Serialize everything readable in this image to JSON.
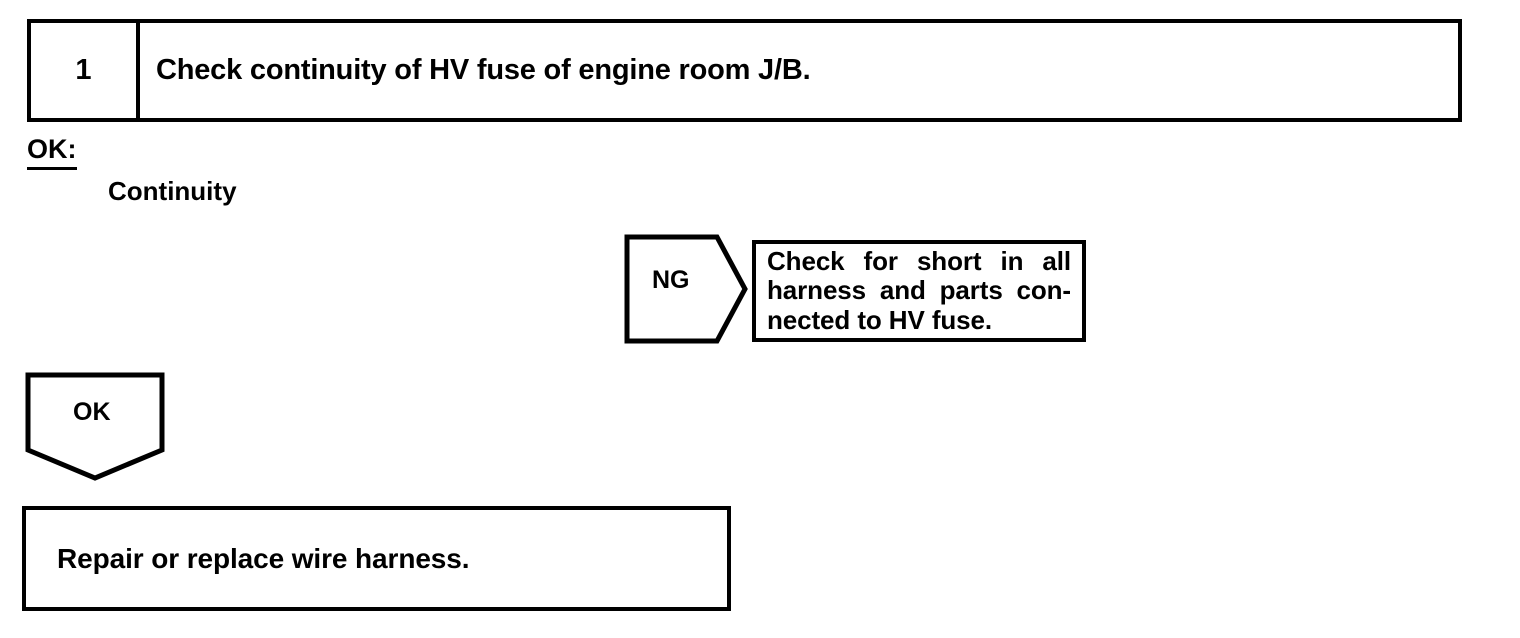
{
  "document": {
    "type": "automotive-diagnostic-flowchart",
    "ink_color": "#000000",
    "background_color": "#ffffff"
  },
  "step": {
    "number": "1",
    "instruction": "Check continuity of HV fuse of engine room J/B."
  },
  "result": {
    "label": "OK:",
    "value": "Continuity"
  },
  "ng_branch": {
    "arrow_label": "NG",
    "action": "Check for short in all harness and parts con-nected to HV fuse.",
    "action_line_1": "Check for short in all harness and parts con-",
    "action_line_2": "nected to HV fuse."
  },
  "ok_branch": {
    "arrow_label": "OK",
    "action": "Repair or replace wire harness."
  }
}
